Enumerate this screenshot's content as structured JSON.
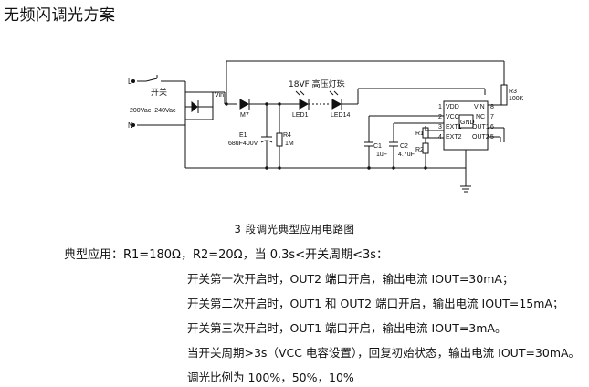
{
  "title": "无频闪调光方案",
  "caption": "3 段调光典型应用电路图",
  "application": "典型应用：R1=180Ω，R2=20Ω，当 0.3s<开关周期<3s：",
  "lines": [
    "开关第一次开启时，OUT2 端口开启，输出电流 IOUT=30mA；",
    "开关第二次开启时，OUT1 和 OUT2 端口开启，输出电流 IOUT=15mA；",
    "开关第三次开启时，OUT1 端口开启，输出电流 IOUT=3mA。",
    "当开关周期>3s（VCC 电容设置），回复初始状态，输出电流 IOUT=30mA。",
    "调光比例为 100%，50%，10%"
  ],
  "schematic": {
    "L": "L",
    "N": "N",
    "switch": "开关",
    "ac": "200Vac~240Vac",
    "vin": "Vin",
    "m7": "M7",
    "led_title": "18VF 高压灯珠",
    "led1": "LED1",
    "led14": "LED14",
    "e1": "E1",
    "e1v": "68uF400V",
    "r4": "R4",
    "r4v": "1M",
    "r3": "R3",
    "r3v": "100K",
    "r1": "R1",
    "r2": "R2",
    "c1": "C1",
    "c1v": "1uF",
    "c2": "C2",
    "c2v": "4.7uF",
    "pins_left": [
      "VDD",
      "VCC",
      "EXT1",
      "EXT2"
    ],
    "pins_right": [
      "VIN",
      "NC",
      "OUT1",
      "OUT2"
    ],
    "pin_no_left": [
      "1",
      "2",
      "3",
      "4"
    ],
    "pin_no_right": [
      "8",
      "7",
      "6",
      "5"
    ],
    "gnd": "GND"
  }
}
